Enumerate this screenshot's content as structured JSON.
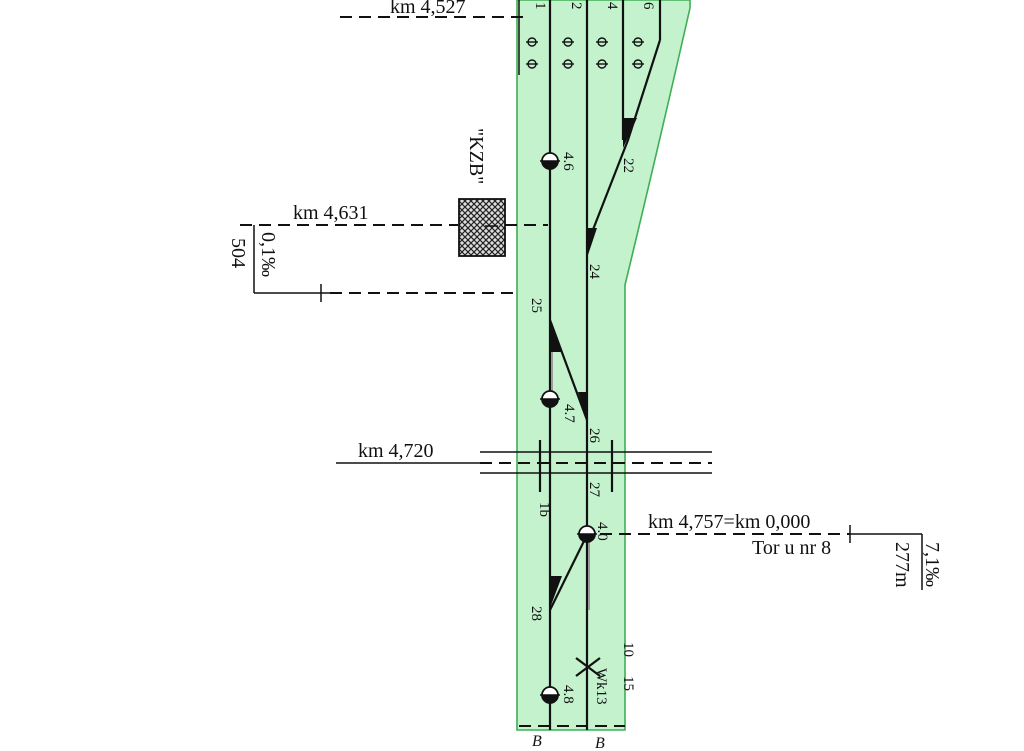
{
  "colors": {
    "station_area": "#c3f2cd",
    "station_border": "#3fae55",
    "lines": "#111111"
  },
  "km_markers": {
    "top": "km 4,527",
    "mid": "km 4,631",
    "crossing": "km 4,720",
    "junction": "km 4,757=km 0,000"
  },
  "track_label": "Tor u nr 8",
  "gradients": {
    "left": {
      "value": "0,1‰",
      "length": "504"
    },
    "right": {
      "value": "7,1‰",
      "length": "277m"
    }
  },
  "building_label": "\"KZB\"",
  "track_numbers": {
    "t1": "1",
    "t2": "2",
    "t4": "4",
    "t6": "6",
    "t1b": "1b"
  },
  "switches": {
    "s22": "22",
    "s24": "24",
    "s25": "25",
    "s26": "26",
    "s27": "27",
    "s28": "28"
  },
  "signals": {
    "s46": "4.6",
    "s47": "4.7",
    "s48": "4.8",
    "s40": "4.0"
  },
  "stop_block": "Wk13",
  "misc_marks": {
    "e15": "15",
    "e10": "10"
  },
  "footer_marks": {
    "b1": "B",
    "b2": "B"
  }
}
